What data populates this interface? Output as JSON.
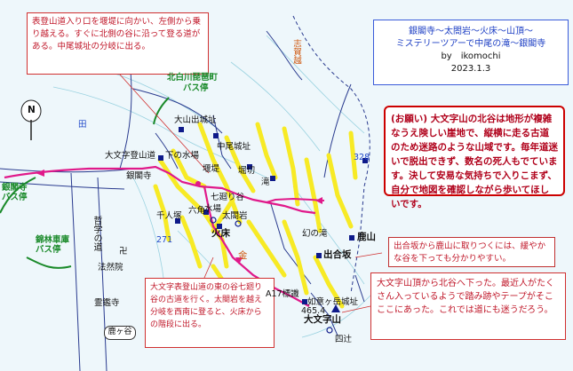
{
  "title": {
    "line1": "銀閣寺〜太閤岩〜火床〜山頂〜",
    "line2": "ミステリーツアーで中尾の滝〜銀閣寺",
    "author": "by　ikomochi",
    "date": "2023.1.3"
  },
  "notice": "(お願い) 大文字山の北谷は地形が複雑なうえ険しい崖地で、縦横に走る古道のため迷路のような山域です。毎年道迷いで脱出できず、数名の死人もでています。決して安易な気持ちで入りこまず、自分で地図を確認しながら歩いてほしいです。",
  "notes": {
    "top": "表登山道入り口を堰堤に向かい、左側から乗り越える。すぐに北側の谷に沿って登る道がある。中尾城址の分岐に出る。",
    "mid": "出合坂から鹿山に取りつくには、緩やかな谷を下っても分かりやすい。",
    "bottom": "大文字山頂から北谷へ下った。最近人がたくさん入っているようで踏み跡やテープがそこここにあった。これでは道にも迷うだろう。",
    "left": "大文字表登山道の東の谷七廻り谷の古道を行く。太閤岩を越え分岐を西南に登ると、火床からの階段に出る。"
  },
  "labels": {
    "kitashirakawa": "北白川琵琶町",
    "bus": "バス停",
    "shigagoe": "志賀越",
    "daizan_castle": "大山出城址",
    "nakao_castle": "中尾城址",
    "daimonji_trail": "大文字登山道",
    "shimonomizuba": "下の水場",
    "entei": "堰堤",
    "horikiri": "堀切",
    "taki": "滝",
    "ginkakuji_shrine": "銀閣寺",
    "ginkakuji_bus": "銀閣寺\nバス停",
    "nanamawari": "七廻り谷",
    "mizuba": "水場",
    "senninzuka": "千人塚",
    "taikouiwa": "太閤岩",
    "hitoko": "火床",
    "tetsugaku": "哲学の道",
    "shishigatani": "鹿ヶ谷",
    "rokkaku": "六角",
    "kinrinshako": "錦林車庫\nバス停",
    "honen": "法然院",
    "honen_mark": "卍",
    "gen_no_taki": "幻の滝",
    "shikayama": "鹿山",
    "deai": "出合坂",
    "a17": "A17標識",
    "nyoigatake": "如意ヶ岳城址",
    "summit": "大文字山",
    "elev": "465.4",
    "yotsuji": "四辻",
    "reikanji": "霊鑑寺",
    "kaneji": "金",
    "hill_271": "271",
    "hill_328": "328",
    "ta": "田",
    "compass_n": "N"
  },
  "colors": {
    "route": "#e0198a",
    "trail": "#f7ea25",
    "road": "#2a3b8f",
    "accent_red": "#c0182a",
    "accent_blue": "#1f47c8"
  }
}
